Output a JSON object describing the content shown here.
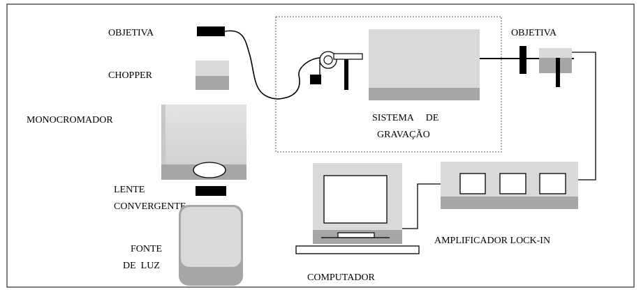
{
  "labels": {
    "objetiva_left": "OBJETIVA",
    "chopper": "CHOPPER",
    "monocromador": "MONOCROMADOR",
    "lente_line1": "LENTE",
    "lente_line2": "CONVERGENTE",
    "fonte_line1": "FONTE",
    "fonte_line2": "DE  LUZ",
    "sistema_line1": "SISTEMA     DE",
    "sistema_line2": "GRAVAÇÃO",
    "objetiva_right": "OBJETIVA",
    "amplificador": "AMPLIFICADOR LOCK-IN",
    "computador": "COMPUTADOR"
  },
  "colors": {
    "box_light": "#d9d9d9",
    "box_dark": "#a6a6a6",
    "ink": "#000000",
    "dotted_border": "#555555"
  }
}
